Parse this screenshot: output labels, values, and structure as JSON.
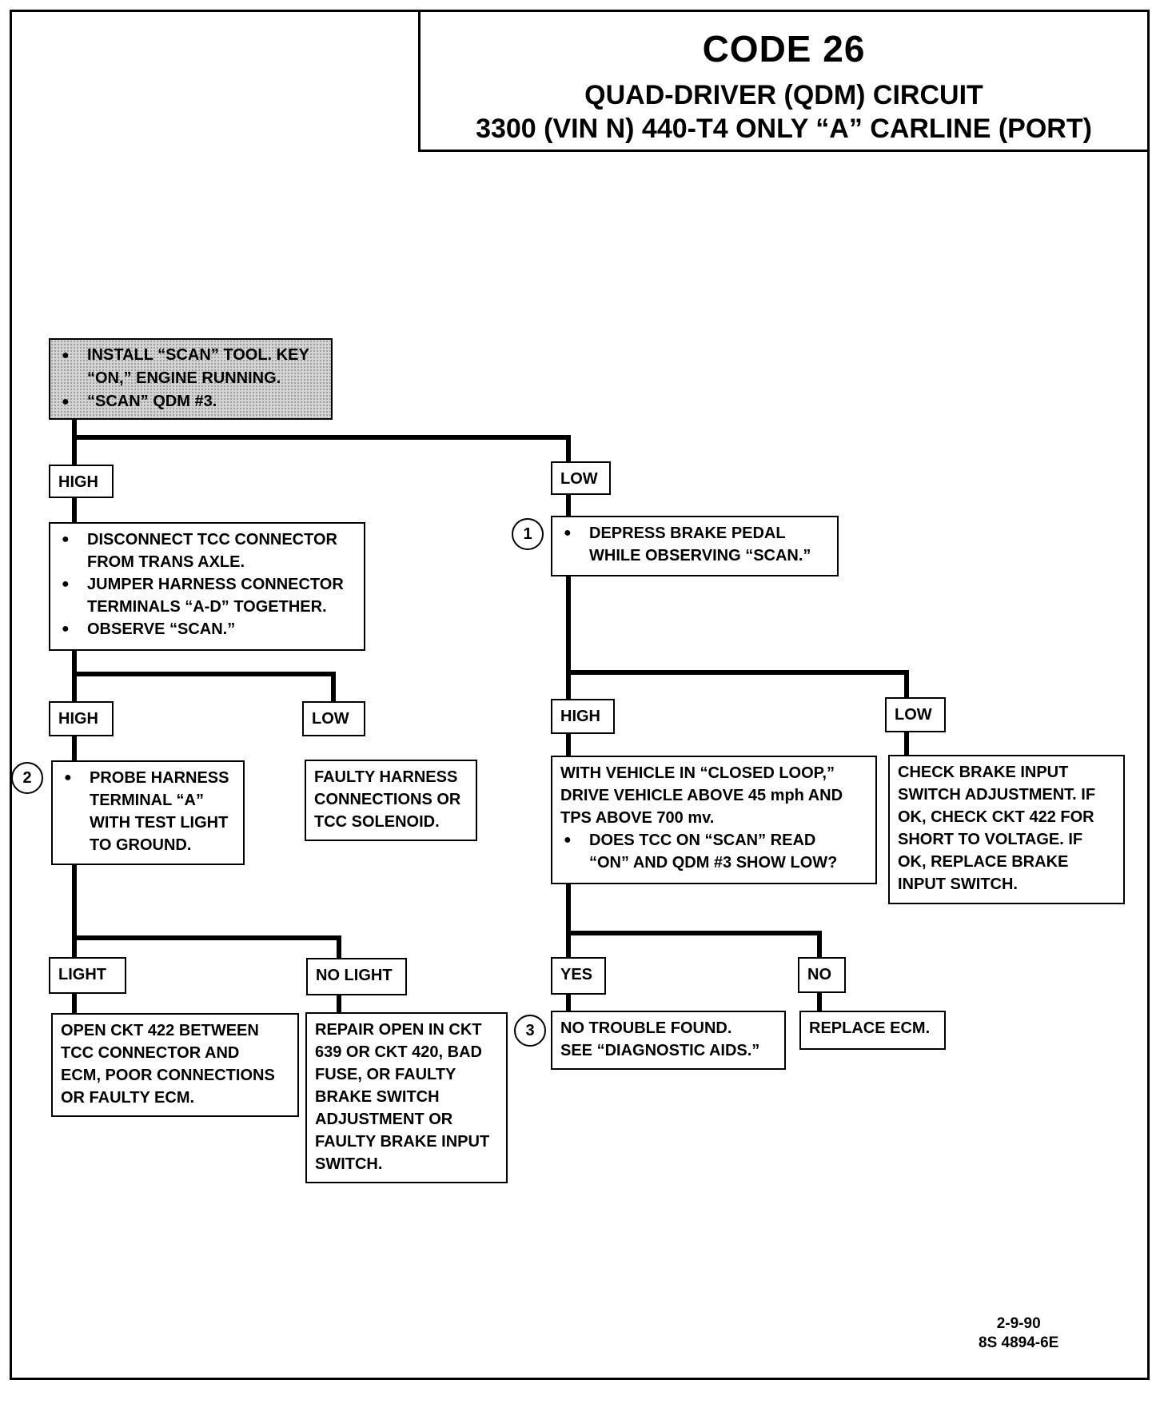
{
  "header": {
    "title": "CODE 26",
    "subtitle_1": "QUAD-DRIVER (QDM) CIRCUIT",
    "subtitle_2": "3300  (VIN N)  440-T4 ONLY  “A”  CARLINE  (PORT)"
  },
  "start": {
    "line1": "INSTALL “SCAN” TOOL. KEY",
    "line2": "“ON,” ENGINE RUNNING.",
    "line3": "“SCAN” QDM #3."
  },
  "left": {
    "high_label": "HIGH",
    "step": {
      "line1": "DISCONNECT TCC CONNECTOR",
      "line2": "FROM TRANS AXLE.",
      "line3": "JUMPER HARNESS CONNECTOR",
      "line4": "TERMINALS “A-D” TOGETHER.",
      "line5": "OBSERVE “SCAN.”"
    },
    "high2_label": "HIGH",
    "low2_label": "LOW",
    "probe": {
      "number": "2",
      "line1": "PROBE HARNESS",
      "line2": "TERMINAL “A”",
      "line3": "WITH TEST LIGHT",
      "line4": "TO GROUND."
    },
    "faulty": {
      "line1": "FAULTY HARNESS",
      "line2": "CONNECTIONS OR",
      "line3": "TCC SOLENOID."
    },
    "light_label": "LIGHT",
    "nolight_label": "NO LIGHT",
    "open_ckt": {
      "line1": "OPEN CKT 422 BETWEEN",
      "line2": "TCC CONNECTOR AND",
      "line3": "ECM, POOR CONNECTIONS",
      "line4": "OR FAULTY ECM."
    },
    "repair": {
      "line1": "REPAIR OPEN IN CKT",
      "line2": "639 OR CKT 420, BAD",
      "line3": "FUSE, OR FAULTY",
      "line4": "BRAKE  SWITCH",
      "line5": "ADJUSTMENT OR",
      "line6": "FAULTY BRAKE INPUT",
      "line7": "SWITCH."
    }
  },
  "right": {
    "low_label": "LOW",
    "brake": {
      "number": "1",
      "line1": "DEPRESS BRAKE PEDAL",
      "line2": "WHILE OBSERVING “SCAN.”"
    },
    "high_label": "HIGH",
    "low2_label": "LOW",
    "closed_loop": {
      "line1": "WITH VEHICLE IN “CLOSED LOOP,”",
      "line2": "DRIVE VEHICLE ABOVE 45 mph AND",
      "line3": "TPS ABOVE 700 mv.",
      "line4": "DOES TCC ON “SCAN” READ",
      "line5": "“ON” AND QDM #3 SHOW LOW?"
    },
    "check_brake": {
      "line1": "CHECK BRAKE INPUT",
      "line2": "SWITCH ADJUSTMENT.  IF",
      "line3": "OK, CHECK CKT 422 FOR",
      "line4": "SHORT TO VOLTAGE.  IF",
      "line5": "OK, REPLACE BRAKE",
      "line6": "INPUT SWITCH."
    },
    "yes_label": "YES",
    "no_label": "NO",
    "no_trouble": {
      "number": "3",
      "line1": "NO TROUBLE FOUND.",
      "line2": "SEE “DIAGNOSTIC AIDS.”"
    },
    "replace_ecm": "REPLACE ECM."
  },
  "footer": {
    "date": "2-9-90",
    "ref": "8S 4894-6E"
  }
}
